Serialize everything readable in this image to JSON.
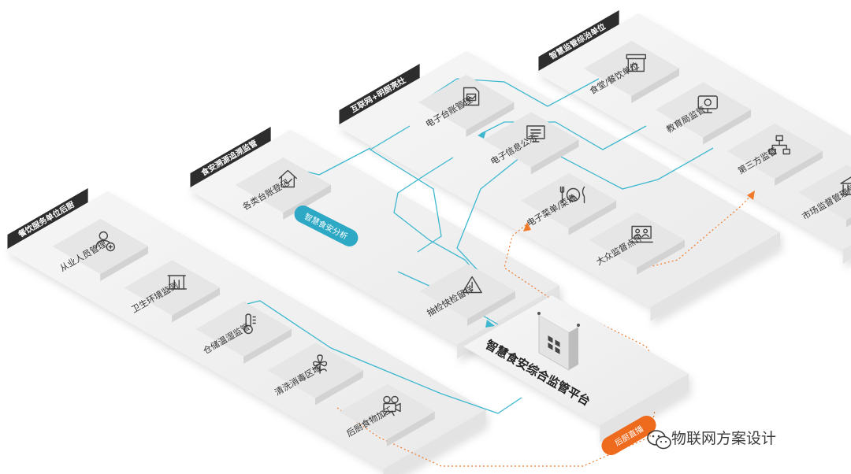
{
  "colors": {
    "slab_top": "#f1f1f1",
    "slab_front": "#cfcfcf",
    "slab_side": "#e3e3e3",
    "tile_top": "#e6e6e6",
    "tile_front": "#bdbdbd",
    "tile_side": "#d3d3d3",
    "tag": "#2d2d2d",
    "cyan": "#3fb8cf",
    "orange": "#f07a2a",
    "pill_cyan": "#2ea9c5",
    "pill_orange": "#ee6a1c"
  },
  "diagram": {
    "panels": [
      {
        "title": "餐饮服务单位后厨",
        "tiles": [
          {
            "label": "从业人员管理",
            "icon": "person-badge-icon"
          },
          {
            "label": "卫生环境监测",
            "icon": "building-icon"
          },
          {
            "label": "仓储温湿监管",
            "icon": "thermometer-icon"
          },
          {
            "label": "清洗消毒区域",
            "icon": "flower-icon"
          },
          {
            "label": "后厨食物加工",
            "icon": "video-camera-icon"
          }
        ]
      },
      {
        "title": "食安溯源追溯监管",
        "tiles": [
          {
            "label": "各类台账登记",
            "icon": "house-check-icon"
          },
          {
            "label": "抽检快检留样",
            "icon": "warning-icon"
          }
        ]
      },
      {
        "title": "互联网+明厨亮灶",
        "tiles": [
          {
            "label": "电子台账管理",
            "icon": "document-image-icon"
          },
          {
            "label": "电子信息公示",
            "icon": "screen-icon"
          },
          {
            "label": "电子菜单/菜谱",
            "icon": "cutlery-plate-icon"
          },
          {
            "label": "大众监督点评",
            "icon": "people-screen-icon"
          }
        ]
      },
      {
        "title": "智慧监管综治单位",
        "tiles": [
          {
            "label": "食堂/餐饮单位",
            "icon": "storefront-icon"
          },
          {
            "label": "教育局监管",
            "icon": "monitor-icon"
          },
          {
            "label": "第三方监管",
            "icon": "org-chart-icon"
          },
          {
            "label": "市场监督管理局",
            "icon": "government-building-icon"
          }
        ]
      }
    ],
    "platform": {
      "label": "智慧食安综合监管平台",
      "icon": "qr-code-icon"
    },
    "pill_cyan": "智慧食安分析",
    "pill_orange": "后厨直播"
  },
  "watermark": {
    "text": "物联网方案设计",
    "icon": "wechat-icon"
  }
}
